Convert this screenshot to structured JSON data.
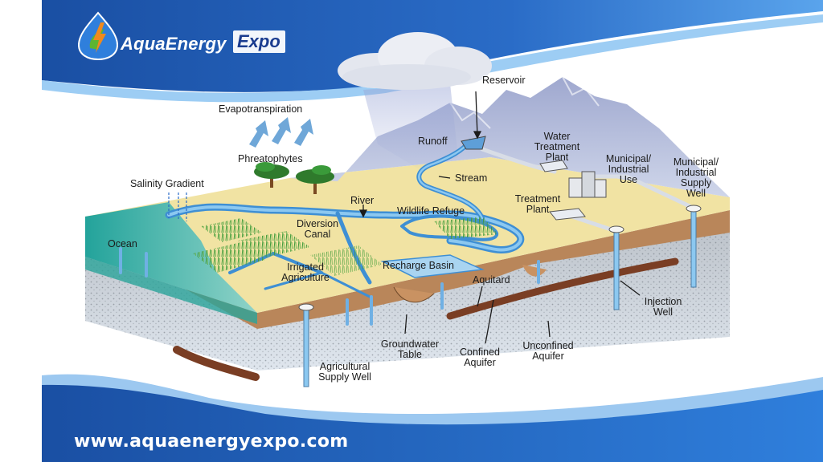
{
  "brand": {
    "name": "AquaEnergy",
    "expo": "Expo",
    "website": "www.aquaenergyexpo.com",
    "colors": {
      "primary_blue": "#1a4fa3",
      "light_blue": "#3d8ee0",
      "accent_orange": "#f08a1c",
      "accent_green": "#5cb531"
    }
  },
  "labels": {
    "reservoir": "Reservoir",
    "evapotranspiration": "Evapotranspiration",
    "runoff": "Runoff",
    "water_treatment_plant": "Water\nTreatment\nPlant",
    "phreatophytes": "Phreatophytes",
    "stream": "Stream",
    "municipal_industrial_use": "Municipal/\nIndustrial\nUse",
    "municipal_industrial_supply_well": "Municipal/\nIndustrial\nSupply\nWell",
    "salinity_gradient": "Salinity Gradient",
    "river": "River",
    "treatment_plant": "Treatment\nPlant",
    "wildlife_refuge": "Wildlife Refuge",
    "diversion_canal": "Diversion\nCanal",
    "ocean": "Ocean",
    "recharge_basin": "Recharge Basin",
    "irrigated_agriculture": "Irrigated\nAgriculture",
    "aquitard": "Aquitard",
    "injection_well": "Injection\nWell",
    "groundwater_table": "Groundwater\nTable",
    "confined_aquifer": "Confined\nAquifer",
    "unconfined_aquifer": "Unconfined\nAquifer",
    "agricultural_supply_well": "Agricultural\nSupply Well"
  }
}
